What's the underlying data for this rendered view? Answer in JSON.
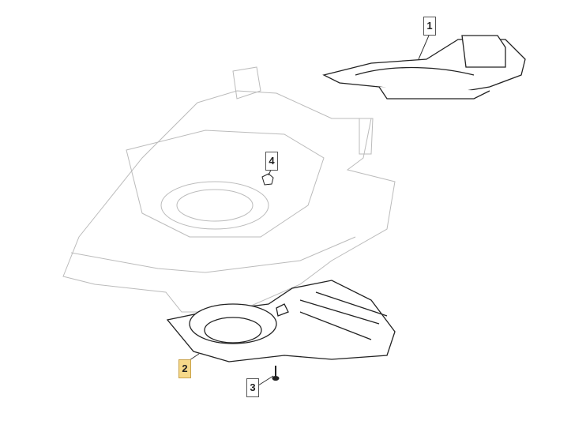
{
  "diagram": {
    "callouts": [
      {
        "label": "1",
        "part": "deflector-top",
        "highlighted": false
      },
      {
        "label": "2",
        "part": "deflector-bottom",
        "highlighted": true
      },
      {
        "label": "3",
        "part": "screw",
        "highlighted": false
      },
      {
        "label": "4",
        "part": "nut",
        "highlighted": false
      }
    ],
    "highlight_color": "#f6d98a"
  }
}
